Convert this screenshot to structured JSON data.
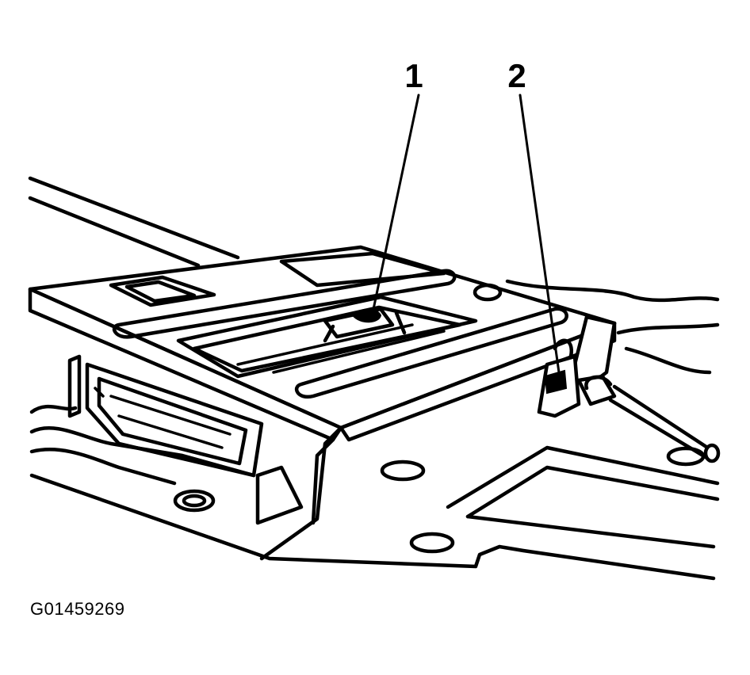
{
  "callouts": [
    {
      "label": "1"
    },
    {
      "label": "2"
    }
  ],
  "figure_code": "G01459269"
}
